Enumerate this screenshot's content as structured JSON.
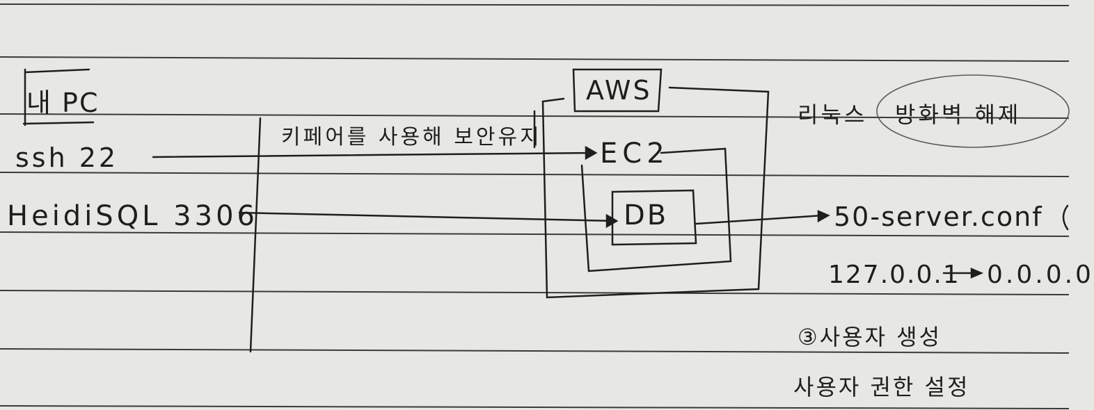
{
  "note": {
    "my_pc": "내 PC",
    "ssh": "ssh 22",
    "heidisql": "HeidiSQL 3306",
    "keypair_note": "키페어를 사용해 보안유지",
    "aws": "AWS",
    "ec2": "EC2",
    "db": "DB",
    "linux": "리눅스",
    "firewall": "방화벽 해제",
    "conf_file": "50-server.conf",
    "ip_from": "127.0.0.1",
    "ip_to": "0.0.0.0",
    "step3": "③사용자 생성",
    "permission": "사용자 권한 설정"
  },
  "colors": {
    "paper": "#e7e7e4",
    "ruled_line": "#3a3a3a",
    "ink": "#1e1e1e"
  }
}
